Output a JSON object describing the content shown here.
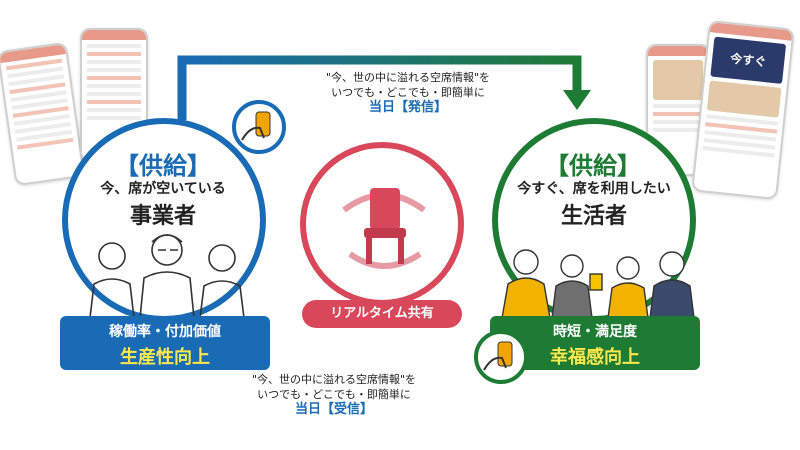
{
  "supply_left": {
    "tag": "【供給】",
    "subtitle": "今、席が空いている",
    "role": "事業者",
    "benefit_line1": "稼働率・付加価値",
    "benefit_line2": "生産性向上"
  },
  "supply_right": {
    "tag": "【供給】",
    "subtitle": "今すぐ、席を利用したい",
    "role": "生活者",
    "benefit_line1": "時短・満足度",
    "benefit_line2": "幸福感向上"
  },
  "center": {
    "label": "リアルタイム共有"
  },
  "top_message": {
    "line1": "\"今、世の中に溢れる空席情報\"を",
    "line2": "いつでも・どこでも・即簡単に",
    "highlight": "当日【発信】"
  },
  "bottom_message": {
    "line1": "\"今、世の中に溢れる空席情報\"を",
    "line2": "いつでも・どこでも・即簡単に",
    "highlight": "当日【受信】"
  },
  "right_phone": {
    "promo_text": "今すぐ"
  },
  "colors": {
    "business_blue": "#1a6bb5",
    "consumer_green": "#1e7b33",
    "share_red": "#d8485a",
    "benefit_yellow": "#ffe84a"
  }
}
